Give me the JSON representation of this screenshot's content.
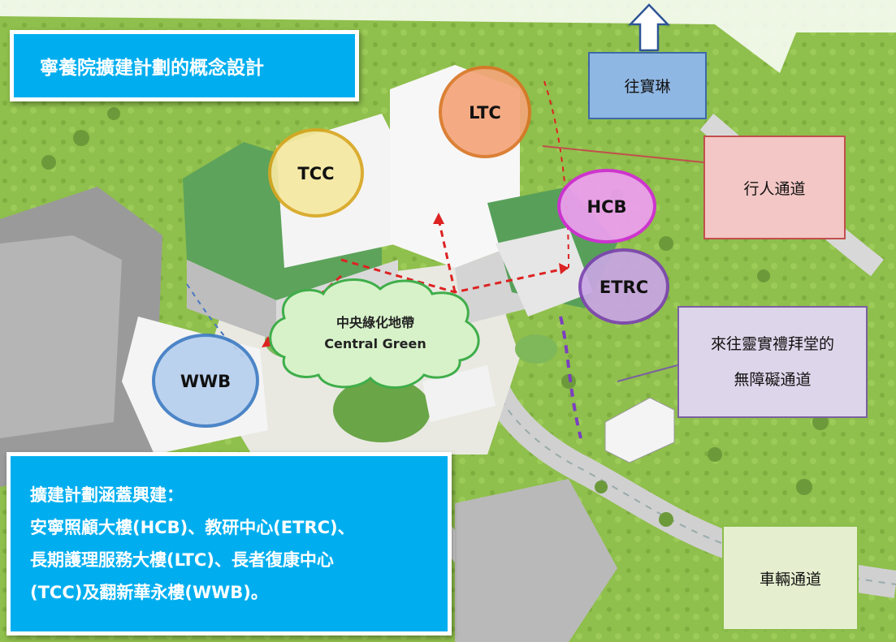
{
  "title": "寧養院擴建計劃的概念設計",
  "building_labels": {
    "ltc": "LTC",
    "tcc": "TCC",
    "hcb": "HCB",
    "etrc": "ETRC",
    "wwb": "WWB"
  },
  "central_green": {
    "zh": "中央綠化地帶",
    "en": "Central Green"
  },
  "callouts": {
    "north": "往寶琳",
    "pedestrian": "行人通道",
    "accessible_line1": "來往靈實禮拜堂的",
    "accessible_line2": "無障礙通道",
    "vehicle": "車輛通道"
  },
  "scope": {
    "heading": "擴建計劃涵蓋興建：",
    "line1": "安寧照顧大樓(HCB)、教研中心(ETRC)、",
    "line2": "長期護理服務大樓(LTC)、長者復康中心",
    "line3": "(TCC)及翻新華永樓(WWB)。"
  },
  "colors": {
    "ltc": "#f4a57a",
    "tcc": "#f6e9a2",
    "hcb": "#ee9ef0",
    "etrc": "#c9a6e4",
    "wwb": "#b7d0ee",
    "central_green": "#d7f2c9",
    "label_blue": "#00aeef"
  },
  "icons": {
    "north_arrow": "up-arrow-icon",
    "path_arrows": "red-dashed-arrow-icon"
  }
}
